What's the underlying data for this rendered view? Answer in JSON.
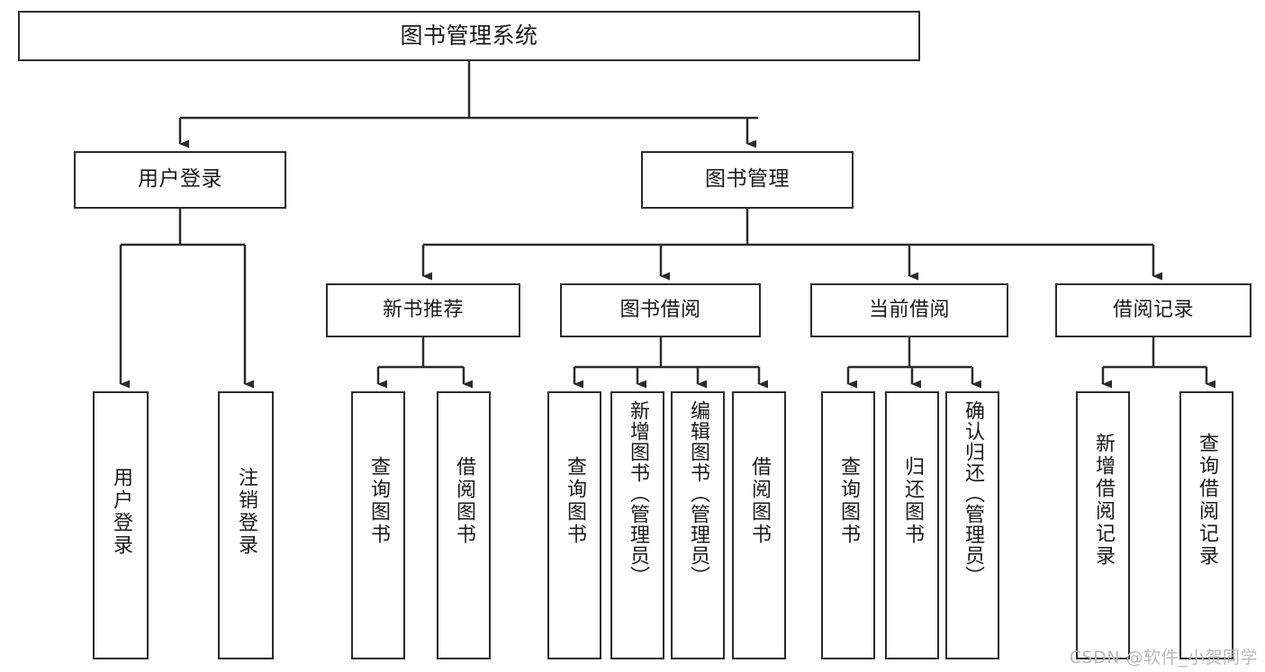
{
  "diagram": {
    "title": "图书管理系统",
    "type": "tree-hierarchy",
    "watermark": "CSDN @软件_小贺同学",
    "colors": {
      "stroke": "#2b2b2b",
      "fill": "#ffffff",
      "text": "#1a1a1a",
      "watermark": "#b9b9b9"
    },
    "nodes": {
      "root": {
        "label": "图书管理系统"
      },
      "branch": [
        {
          "id": "user-login",
          "label": "用户登录"
        },
        {
          "id": "book-manage",
          "label": "图书管理"
        }
      ],
      "sub": [
        {
          "id": "new-book-recommend",
          "label": "新书推荐"
        },
        {
          "id": "book-borrow",
          "label": "图书借阅"
        },
        {
          "id": "current-borrow",
          "label": "当前借阅"
        },
        {
          "id": "borrow-record",
          "label": "借阅记录"
        }
      ],
      "leaves": [
        {
          "id": "leaf-user-login",
          "label": "用户登录"
        },
        {
          "id": "leaf-logout",
          "label": "注销登录"
        },
        {
          "id": "leaf-query-book-1",
          "label": "查询图书"
        },
        {
          "id": "leaf-borrow-book-1",
          "label": "借阅图书"
        },
        {
          "id": "leaf-query-book-2",
          "label": "查询图书"
        },
        {
          "id": "leaf-add-book",
          "label": "新增图书（管理员）"
        },
        {
          "id": "leaf-edit-book",
          "label": "编辑图书（管理员）"
        },
        {
          "id": "leaf-borrow-book-2",
          "label": "借阅图书"
        },
        {
          "id": "leaf-query-book-3",
          "label": "查询图书"
        },
        {
          "id": "leaf-return-book",
          "label": "归还图书"
        },
        {
          "id": "leaf-confirm-return",
          "label": "确认归还（管理员）"
        },
        {
          "id": "leaf-add-record",
          "label": "新增借阅记录"
        },
        {
          "id": "leaf-query-record",
          "label": "查询借阅记录"
        }
      ]
    }
  }
}
